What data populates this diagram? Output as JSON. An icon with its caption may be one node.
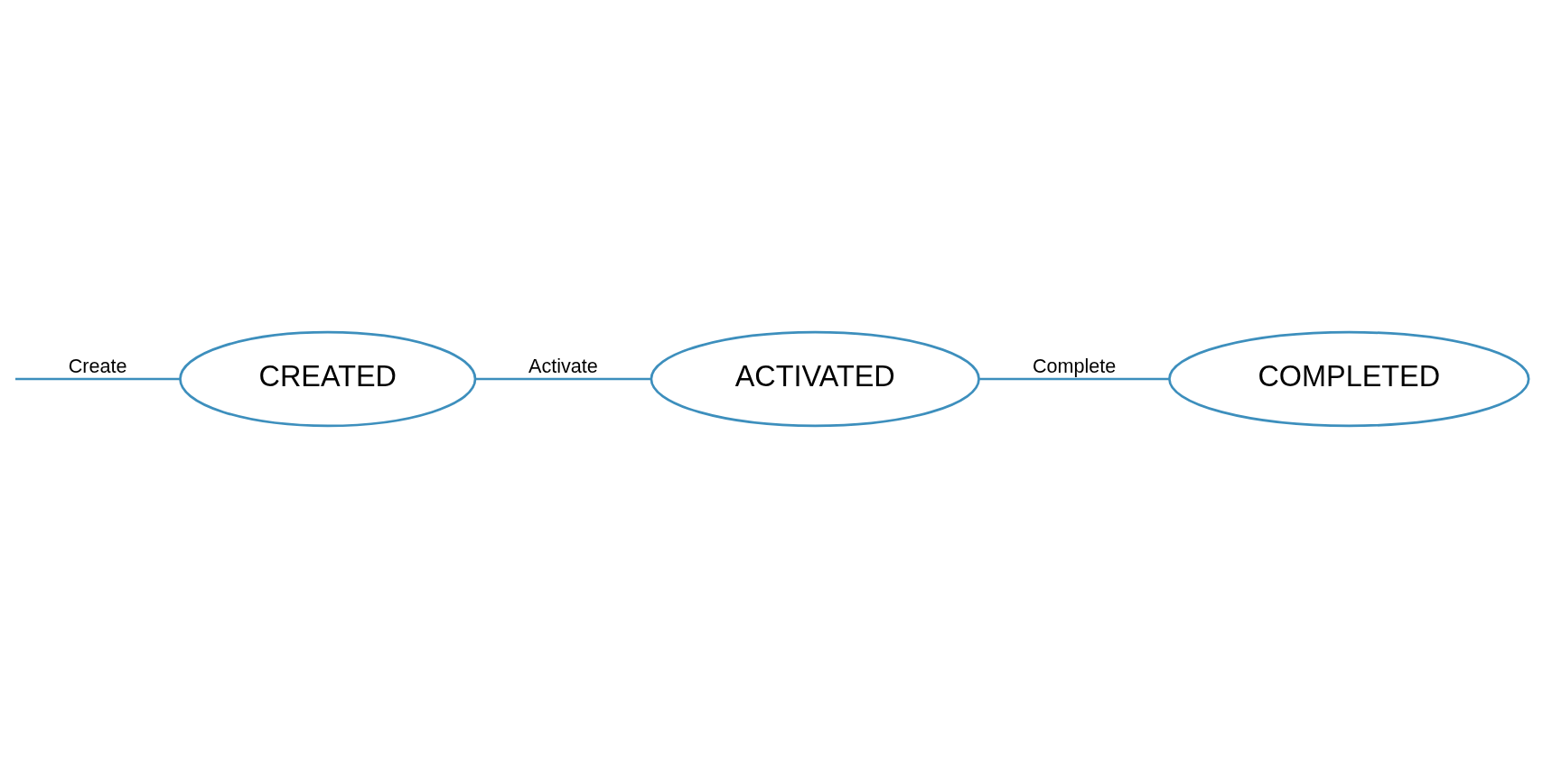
{
  "diagram": {
    "nodes": [
      {
        "text": [
          "CREATED"
        ]
      },
      {
        "text": [
          "ACTIVATED"
        ]
      },
      {
        "text": [
          "COMPLETED"
        ]
      }
    ],
    "edges": [
      {
        "from": null,
        "to": 0,
        "arrow": "none",
        "label": "Create"
      },
      {
        "from": 0,
        "to": 1,
        "arrow": "none",
        "label": "Activate"
      },
      {
        "from": 1,
        "to": 2,
        "arrow": "none",
        "label": "Complete"
      }
    ]
  }
}
